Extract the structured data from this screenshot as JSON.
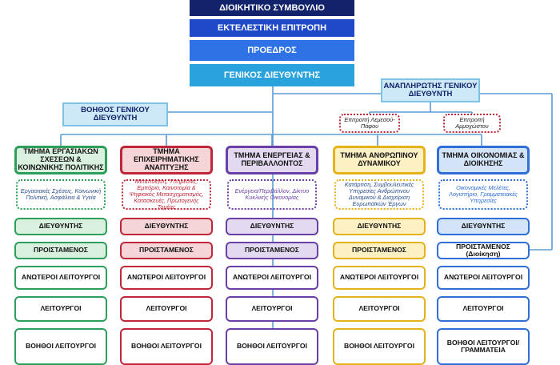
{
  "top": {
    "board": "ΔΙΟΙΚΗΤΙΚΟ ΣΥΜΒΟΥΛΙΟ",
    "exec": "ΕΚΤΕΛΕΣΤΙΚΗ ΕΠΙΤΡΟΠΗ",
    "president": "ΠΡΟΕΔΡΟΣ",
    "gm": "ΓΕΝΙΚΟΣ ΔΙΕΥΘΥΝΤΗΣ"
  },
  "assistant_gm": "ΒΟΗΘΟΣ ΓΕΝΙΚΟΥ ΔΙΕΥΘΥΝΤΗ",
  "deputy_gm": "ΑΝΑΠΛΗΡΩΤΗΣ ΓΕΝΙΚΟΥ ΔΙΕΥΘΥΝΤΗ",
  "committees": [
    "Επιτροπή Λεμεσού-Πάφου",
    "Επιτροπή Αμμοχώστου"
  ],
  "departments": [
    {
      "title": "ΤΜΗΜΑ ΕΡΓΑΣΙΑΚΩΝ ΣΧΕΣΕΩΝ & ΚΟΙΝΩΝΙΚΗΣ ΠΟΛΙΤΙΚΗΣ",
      "desc": "Εργασιακές Σχέσεις, Κοινωνική Πολιτική, Ασφάλεια & Υγεία",
      "roles": [
        "ΔΙΕΥΘΥΝΤΗΣ",
        "ΠΡΟΙΣΤΑΜΕΝΟΣ",
        "ΑΝΩΤΕΡΟΙ ΛΕΙΤΟΥΡΓΟΙ",
        "ΛΕΙΤΟΥΡΓΟΙ",
        "ΒΟΗΘΟΙ ΛΕΙΤΟΥΡΓΟΙ"
      ],
      "color": "#2ca05a"
    },
    {
      "title": "ΤΜΗΜΑ ΕΠΙΧΕΙΡΗΜΑΤΙΚΗΣ ΑΝΑΠΤΥΞΗΣ",
      "desc": "Μεταποίηση, Υπηρεσίες, Εμπόριο, Καινοτομία & Ψηφιακός Μετασχηματισμός, Κατασκευές, Πρωτογενής Τομέας",
      "roles": [
        "ΔΙΕΥΘΥΝΤΗΣ",
        "ΠΡΟΙΣΤΑΜΕΝΟΣ",
        "ΑΝΩΤΕΡΟΙ ΛΕΙΤΟΥΡΓΟΙ",
        "ΛΕΙΤΟΥΡΓΟΙ",
        "ΒΟΗΘΟΙ ΛΕΙΤΟΥΡΓΟΙ"
      ],
      "color": "#c0283a"
    },
    {
      "title": "ΤΜΗΜΑ ΕΝΕΡΓΕΙΑΣ & ΠΕΡΙΒΑΛΛΟΝΤΟΣ",
      "desc": "Ενέργεια/Περιβάλλον, Δίκτυο Κυκλικής Οικονομίας",
      "roles": [
        "ΔΙΕΥΘΥΝΤΗΣ",
        "ΠΡΟΙΣΤΑΜΕΝΟΣ",
        "ΑΝΩΤΕΡΟΙ ΛΕΙΤΟΥΡΓΟΙ",
        "ΛΕΙΤΟΥΡΓΟΙ",
        "ΒΟΗΘΟΙ ΛΕΙΤΟΥΡΓΟΙ"
      ],
      "color": "#6a3fa6"
    },
    {
      "title": "ΤΜΗΜΑ ΑΝΘΡΩΠΙΝΟΥ ΔΥΝΑΜΙΚΟΥ",
      "desc": "Κατάρτιση, Συμβουλευτικές Υπηρεσίες Ανθρώπινου Δυναμικού & Διαχείριση Ευρωπαϊκών Έργων",
      "roles": [
        "ΔΙΕΥΘΥΝΤΗΣ",
        "ΠΡΟΙΣΤΑΜΕΝΟΣ",
        "ΑΝΩΤΕΡΟΙ ΛΕΙΤΟΥΡΓΟΙ",
        "ΛΕΙΤΟΥΡΓΟΙ",
        "ΒΟΗΘΟΙ ΛΕΙΤΟΥΡΓΟΙ"
      ],
      "color": "#e6b21c"
    },
    {
      "title": "ΤΜΗΜΑ ΟΙΚΟΝΟΜΙΑΣ & ΔΙΟΙΚΗΣΗΣ",
      "desc": "Οικονομικές Μελέτες, Λογιστήριο, Γραμματειακές Υπηρεσίες",
      "roles": [
        "ΔΙΕΥΘΥΝΤΗΣ",
        "ΠΡΟΙΣΤΑΜΕΝΟΣ (Διοίκηση)",
        "ΑΝΩΤΕΡΟΙ ΛΕΙΤΟΥΡΓΟΙ",
        "ΛΕΙΤΟΥΡΓΟΙ",
        "ΒΟΗΘΟΙ ΛΕΙΤΟΥΡΓΟΙ/ ΓΡΑΜΜΑΤΕΙΑ"
      ],
      "color": "#2f6fd6"
    }
  ]
}
